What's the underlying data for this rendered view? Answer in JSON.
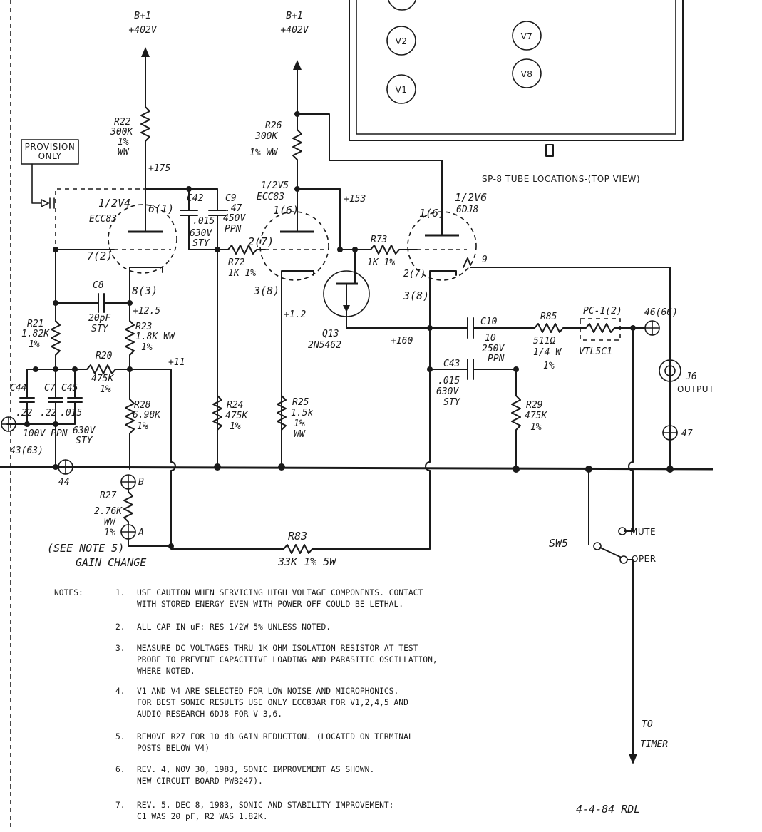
{
  "supplies": [
    {
      "name": "B+1",
      "value": "+402V"
    },
    {
      "name": "B+1",
      "value": "+402V"
    }
  ],
  "tube_panel": {
    "title": "SP-8 TUBE LOCATIONS-(TOP VIEW)",
    "tubes": [
      "V2",
      "V1",
      "V7",
      "V8"
    ]
  },
  "provision": [
    "PROVISION",
    "ONLY"
  ],
  "tubes": [
    {
      "id": "V4",
      "half": "1/2V4",
      "type": "ECC83",
      "plate": "6(1)",
      "grid": "7(2)",
      "cathode": "8(3)"
    },
    {
      "id": "V5",
      "half": "1/2V5",
      "type": "ECC83",
      "plate": "1(6)",
      "grid": "2(7)",
      "cathode": "3(8)"
    },
    {
      "id": "V6",
      "half": "1/2V6",
      "type": "6DJ8",
      "plate": "1(6)",
      "grid": "2(7)",
      "cathode": "3(8)",
      "heater_pin": "9"
    }
  ],
  "resistors": {
    "R22": [
      "R22",
      "300K",
      "1%",
      "WW"
    ],
    "R26": [
      "R26",
      "300K",
      "1% WW"
    ],
    "R72": [
      "R72",
      "1K 1%"
    ],
    "R73": [
      "R73",
      "1K 1%"
    ],
    "R21": [
      "R21",
      "1.82K",
      "1%"
    ],
    "R23": [
      "R23",
      "1.8K WW",
      "1%"
    ],
    "R20": [
      "R20",
      "475K",
      "1%"
    ],
    "R28": [
      "R28",
      "6.98K",
      "1%"
    ],
    "R24": [
      "R24",
      "475K",
      "1%"
    ],
    "R25": [
      "R25",
      "1.5k",
      "1%",
      "WW"
    ],
    "R85": [
      "R85",
      "511Ω",
      "1/4 W",
      "1%"
    ],
    "R29": [
      "R29",
      "475K",
      "1%"
    ],
    "R27": [
      "R27",
      "2.76K",
      "WW",
      "1%"
    ],
    "R83": [
      "R83",
      "33K 1% 5W"
    ]
  },
  "capacitors": {
    "C42": [
      "C42",
      ".015",
      "630V",
      "STY"
    ],
    "C9": [
      "C9",
      ".47",
      "450V",
      "PPN"
    ],
    "C8": [
      "C8",
      "20pF",
      "STY"
    ],
    "C10": [
      "C10",
      "10",
      "250V",
      "PPN"
    ],
    "C43": [
      "C43",
      ".015",
      "630V",
      "STY"
    ],
    "C44": "C44",
    "C7": "C7",
    "C45": "C45",
    "bank_values": [
      ".22",
      ".22",
      ".015"
    ],
    "bank_ratings": [
      "100V PPN",
      "630V",
      "STY"
    ]
  },
  "voltages": {
    "v175": "+175",
    "v153": "+153",
    "v12_5": "+12.5",
    "v1_2": "+1.2",
    "v160": "+160",
    "v11": "+11"
  },
  "transistor": [
    "Q13",
    "2N5462"
  ],
  "optocoupler": [
    "PC-1(2)",
    "VTL5C1"
  ],
  "connectors": {
    "j6": [
      "J6",
      "OUTPUT"
    ],
    "t46": "46(66)",
    "t47": "47",
    "t43": "43(63)",
    "t44": "44",
    "tB": "B",
    "tA": "A"
  },
  "switch": {
    "name": "SW5",
    "positions": [
      "MUTE",
      "OPER"
    ],
    "to": [
      "TO",
      "TIMER"
    ]
  },
  "gain": [
    "(SEE NOTE 5)",
    "GAIN CHANGE"
  ],
  "notes": {
    "heading": "NOTES:",
    "items": [
      {
        "n": "1.",
        "lines": [
          "USE CAUTION WHEN SERVICING HIGH VOLTAGE COMPONENTS.  CONTACT",
          "WITH STORED ENERGY EVEN WITH POWER OFF COULD BE LETHAL."
        ]
      },
      {
        "n": "2.",
        "lines": [
          "ALL CAP IN uF: RES 1/2W 5% UNLESS NOTED."
        ]
      },
      {
        "n": "3.",
        "lines": [
          "MEASURE DC VOLTAGES THRU 1K OHM ISOLATION RESISTOR AT TEST",
          "PROBE TO PREVENT CAPACITIVE LOADING AND PARASITIC OSCILLATION,",
          "WHERE NOTED."
        ]
      },
      {
        "n": "4.",
        "lines": [
          "V1 AND V4 ARE SELECTED FOR LOW NOISE AND MICROPHONICS.",
          "FOR BEST SONIC RESULTS USE ONLY ECC83AR FOR V1,2,4,5 AND",
          "AUDIO RESEARCH 6DJ8 FOR V 3,6."
        ]
      },
      {
        "n": "5.",
        "lines": [
          "REMOVE R27 FOR 10 dB GAIN REDUCTION. (LOCATED ON TERMINAL",
          "POSTS BELOW V4)"
        ]
      },
      {
        "n": "6.",
        "lines": [
          "REV. 4, NOV 30, 1983, SONIC IMPROVEMENT AS SHOWN.",
          "NEW CIRCUIT BOARD PWB247)."
        ]
      },
      {
        "n": "7.",
        "lines": [
          "REV. 5, DEC 8, 1983, SONIC AND STABILITY IMPROVEMENT:",
          "C1 WAS 20 pF, R2 WAS 1.82K."
        ]
      }
    ]
  },
  "signature": "4-4-84 RDL"
}
